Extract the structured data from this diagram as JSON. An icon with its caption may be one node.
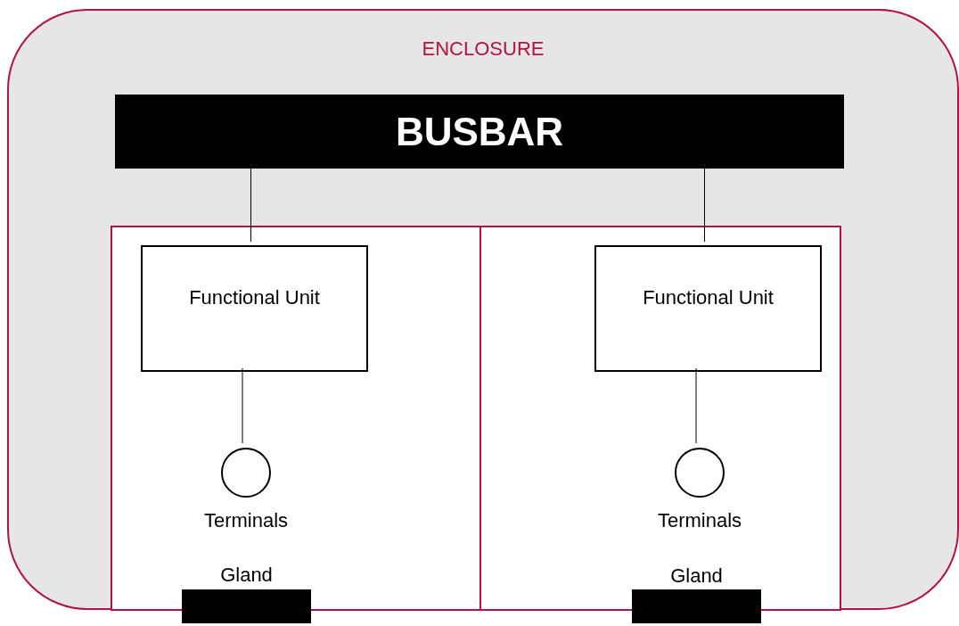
{
  "diagram": {
    "nodes": [
      {
        "text": [
          "ENCLOSURE"
        ]
      },
      {
        "text": [
          "BUSBAR"
        ],
        "in": 0
      },
      {
        "text": [],
        "shape": "box",
        "in": 0
      },
      {
        "text": [],
        "shape": "box",
        "in": 0
      },
      {
        "text": [
          "Functional Unit"
        ],
        "in": 2
      },
      {
        "text": [
          "Functional Unit"
        ],
        "in": 3
      },
      {
        "text": [
          "Terminals"
        ],
        "in": 2
      },
      {
        "text": [
          "Terminals"
        ],
        "in": 3
      },
      {
        "text": [
          "Gland"
        ],
        "in": 2
      },
      {
        "text": [
          "Gland"
        ],
        "in": 3
      }
    ],
    "edges": [
      {
        "from": 1,
        "to": 4,
        "arrow": "none"
      },
      {
        "from": 1,
        "to": 5,
        "arrow": "none"
      },
      {
        "from": 4,
        "to": 6,
        "arrow": "none"
      },
      {
        "from": 5,
        "to": 7,
        "arrow": "none"
      }
    ]
  }
}
